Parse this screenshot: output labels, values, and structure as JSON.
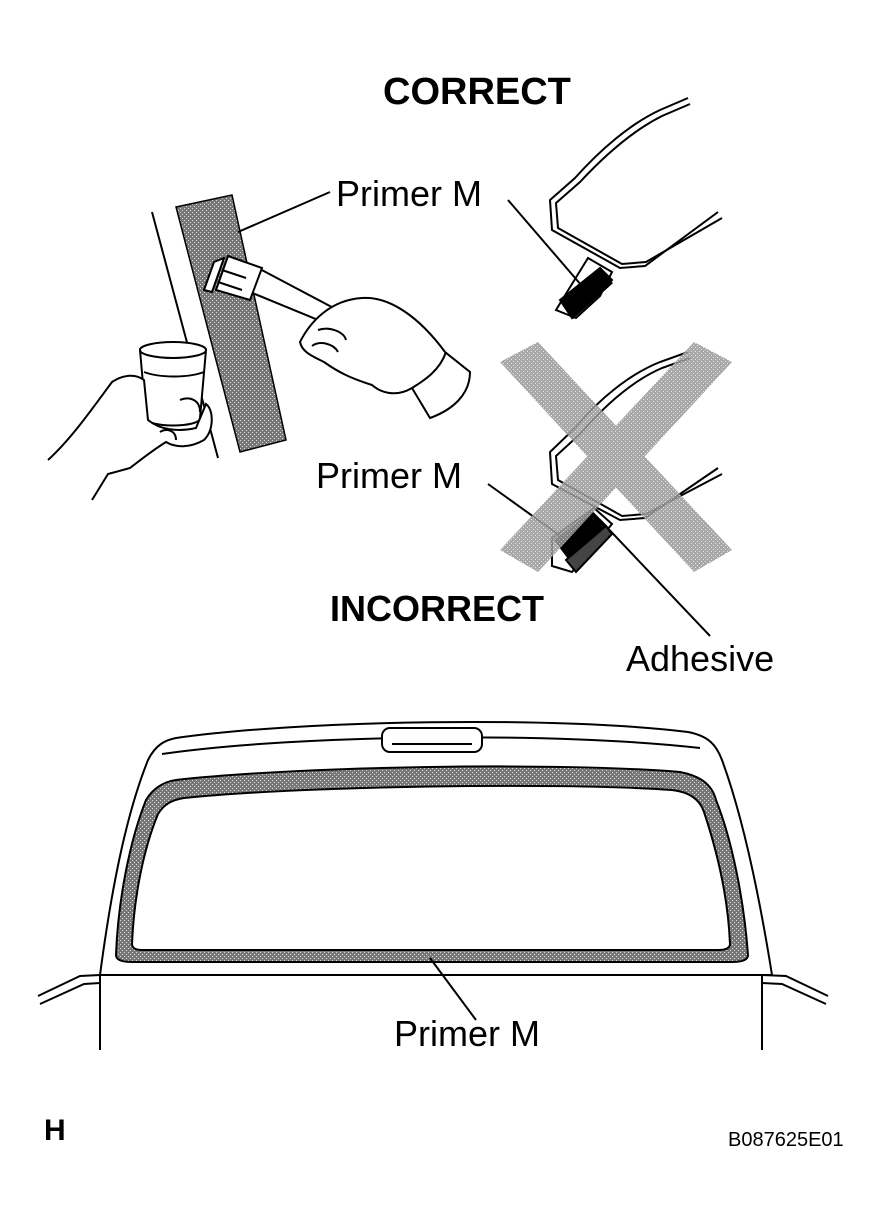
{
  "labels": {
    "correct": "CORRECT",
    "incorrect": "INCORRECT",
    "primer_top": "Primer M",
    "primer_incorrect": "Primer M",
    "adhesive": "Adhesive",
    "primer_window": "Primer M",
    "section": "H",
    "figure_code": "B087625E01"
  },
  "colors": {
    "ink": "#000000",
    "shade": "#555555",
    "cross": "#8a8a8a",
    "paper": "#ffffff"
  },
  "icons": {
    "cross_mark": "cross-x-icon"
  }
}
